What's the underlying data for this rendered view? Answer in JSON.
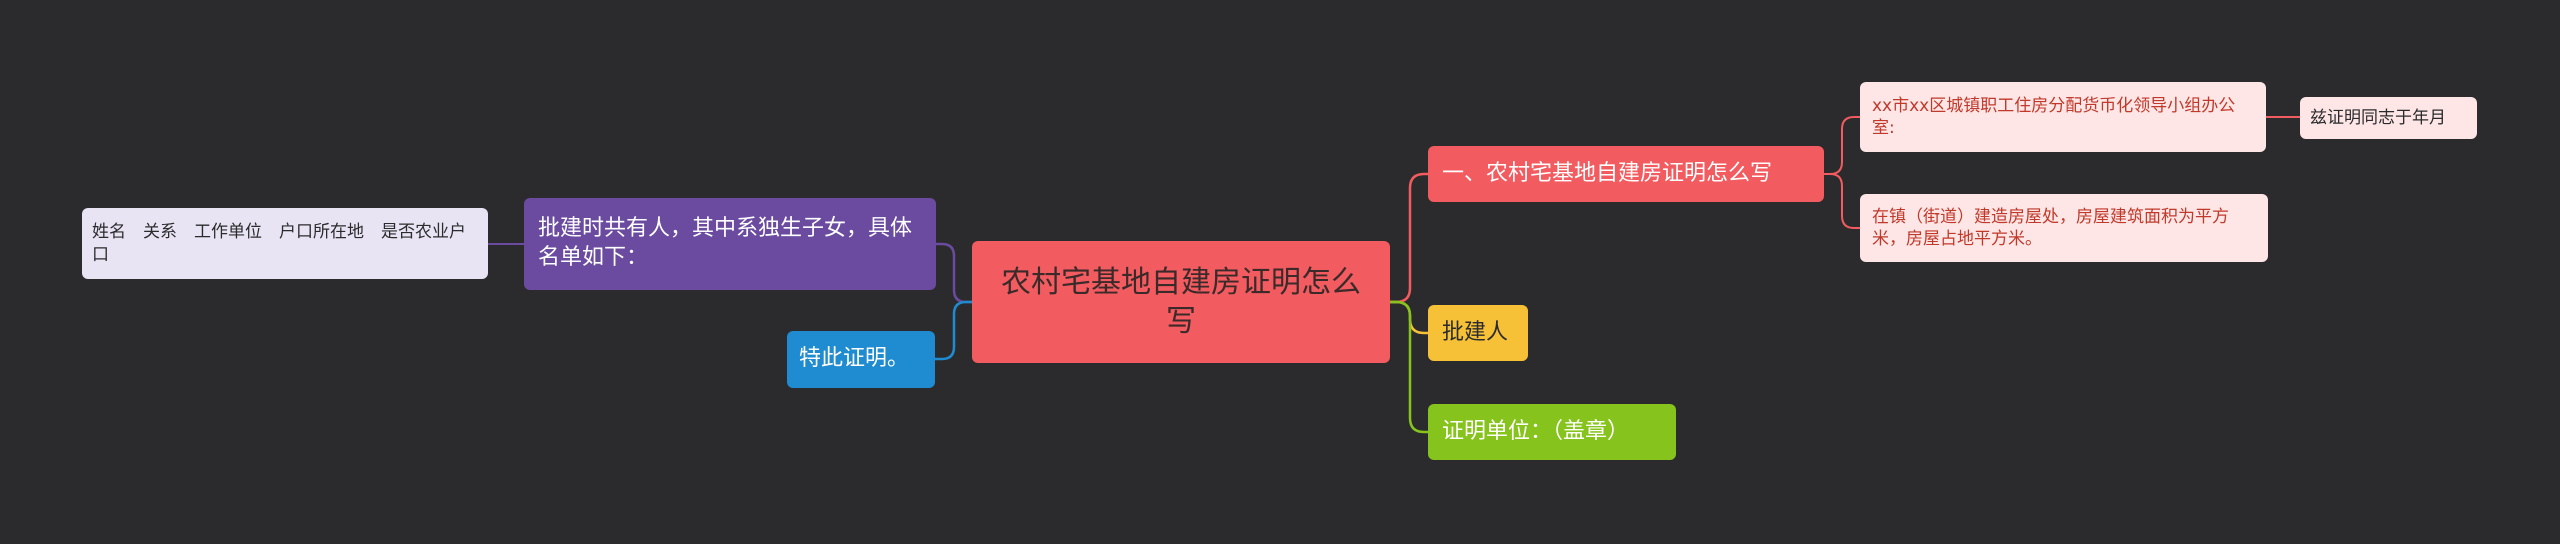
{
  "colors": {
    "background": "#2b2b2d",
    "root": "#f25b5f",
    "heading_branch": "#f25b5f",
    "approver_branch": "#f6c137",
    "unit_branch": "#86c41d",
    "owners_branch": "#6a4ba0",
    "certify_branch": "#1f8bd1",
    "detail_fill": "#fde6e5",
    "detail_text": "#c0392b",
    "table_fill": "#e9e4f4"
  },
  "mindmap": {
    "root": {
      "label": "农村宅基地自建房证明怎么写"
    },
    "right": {
      "heading": {
        "label": "一、农村宅基地自建房证明怎么写",
        "children": {
          "office": {
            "label": "xx市xx区城镇职工住房分配货币化领导小组办公室:",
            "child": {
              "label": "兹证明同志于年月"
            }
          },
          "building": {
            "label": "在镇（街道）建造房屋处，房屋建筑面积为平方米，房屋占地平方米。"
          }
        }
      },
      "approver": {
        "label": "批建人"
      },
      "unit": {
        "label": "证明单位：（盖章）"
      }
    },
    "left": {
      "owners": {
        "label": "批建时共有人，其中系独生子女，具体名单如下：",
        "child": {
          "label": "姓名　关系　工作单位　户口所在地　是否农业户口"
        }
      },
      "certify": {
        "label": "特此证明。"
      }
    }
  }
}
